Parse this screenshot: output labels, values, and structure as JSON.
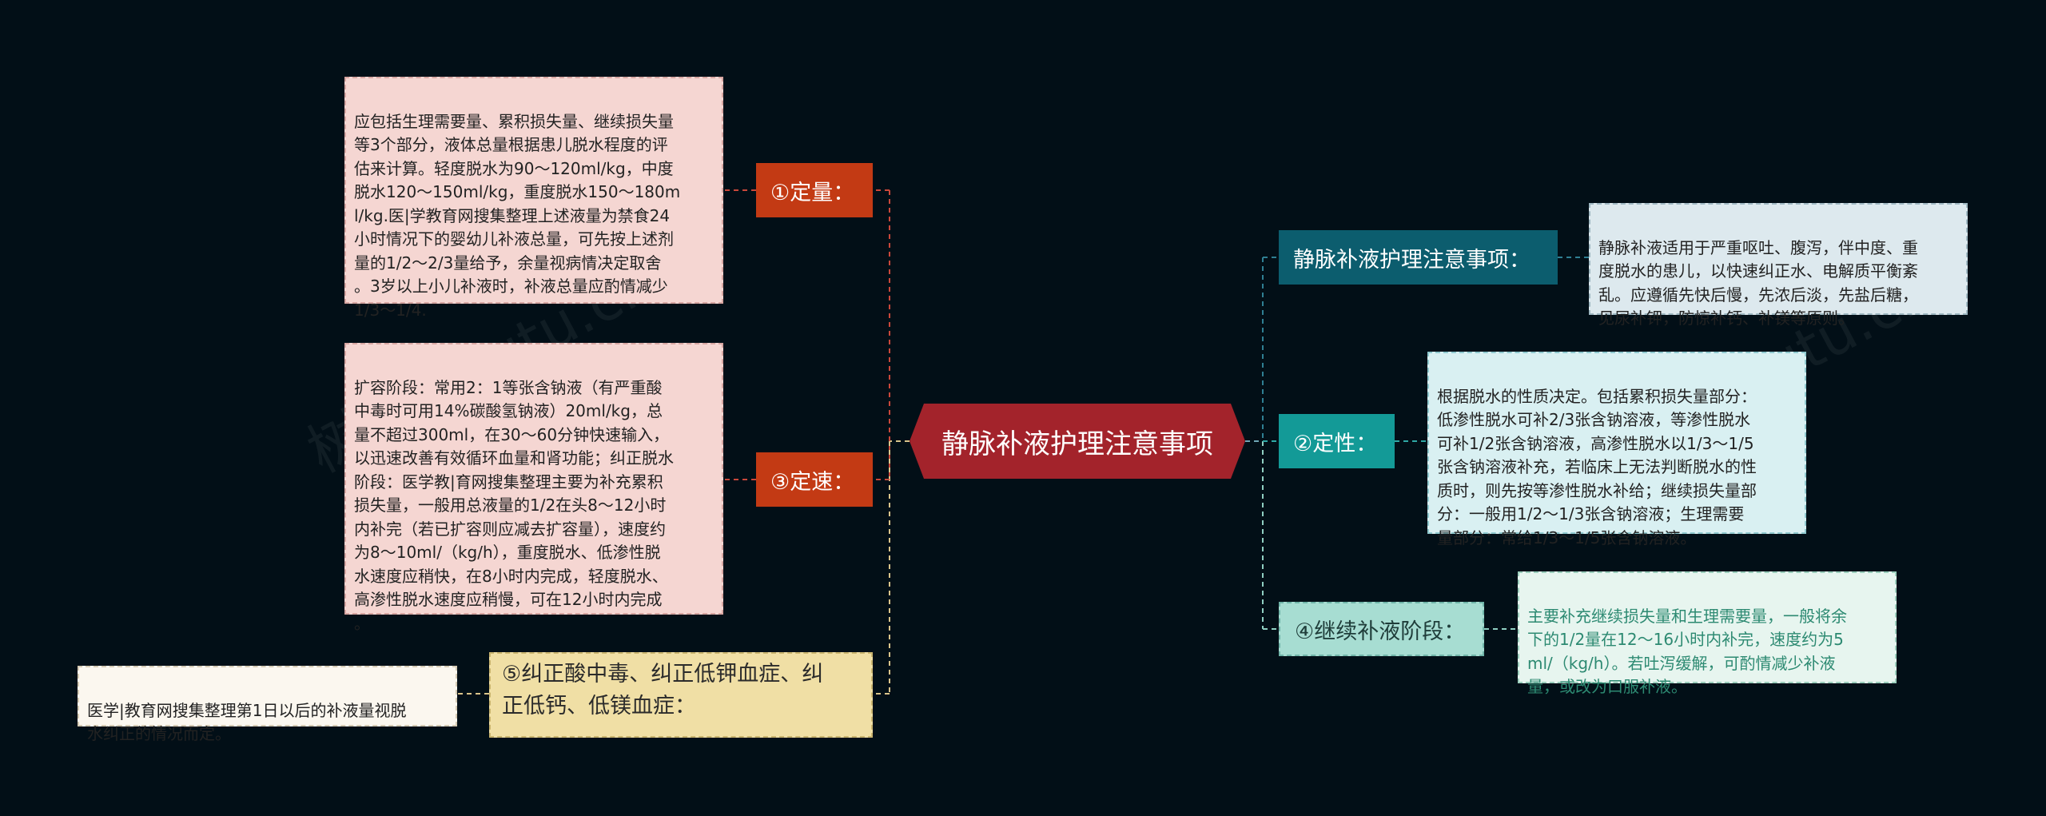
{
  "root": {
    "label": "静脉补液护理注意事项"
  },
  "left": {
    "quantity": {
      "label": "①定量：",
      "detail": "应包括生理需要量、累积损失量、继续损失量\n等3个部分，液体总量根据患儿脱水程度的评\n估来计算。轻度脱水为90～120ml/kg，中度\n脱水120～150ml/kg，重度脱水150～180m\nl/kg.医|学教育网搜集整理上述液量为禁食24\n小时情况下的婴幼儿补液总量，可先按上述剂\n量的1/2～2/3量给予，余量视病情决定取舍\n。3岁以上小儿补液时，补液总量应酌情减少\n1/3～1/4."
    },
    "speed": {
      "label": "③定速：",
      "detail": "扩容阶段：常用2：1等张含钠液（有严重酸\n中毒时可用14%碳酸氢钠液）20ml/kg，总\n量不超过300ml，在30～60分钟快速输入，\n以迅速改善有效循环血量和肾功能；纠正脱水\n阶段：医学教|育网搜集整理主要为补充累积\n损失量，一般用总液量的1/2在头8～12小时\n内补完（若已扩容则应减去扩容量），速度约\n为8～10ml/（kg/h），重度脱水、低渗性脱\n水速度应稍快，在8小时内完成，轻度脱水、\n高渗性脱水速度应稍慢，可在12小时内完成\n。"
    },
    "correct": {
      "label": "⑤纠正酸中毒、纠正低钾血症、纠\n正低钙、低镁血症：",
      "detail": "医学|教育网搜集整理第1日以后的补液量视脱\n水纠正的情况而定。"
    }
  },
  "right": {
    "notes": {
      "label": "静脉补液护理注意事项：",
      "detail": "静脉补液适用于严重呕吐、腹泻，伴中度、重\n度脱水的患儿，以快速纠正水、电解质平衡紊\n乱。应遵循先快后慢，先浓后淡，先盐后糖，\n见尿补钾，防惊补钙、补镁等原则。"
    },
    "nature": {
      "label": "②定性：",
      "detail": "根据脱水的性质决定。包括累积损失量部分：\n低渗性脱水可补2/3张含钠溶液，等渗性脱水\n可补1/2张含钠溶液，高渗性脱水以1/3～1/5\n张含钠溶液补充，若临床上无法判断脱水的性\n质时，则先按等渗性脱水补给；继续损失量部\n分：一般用1/2～1/3张含钠溶液；生理需要\n量部分：常给1/3～1/5张含钠溶液。"
    },
    "continue": {
      "label": "④继续补液阶段：",
      "detail": "主要补充继续损失量和生理需要量，一般将余\n下的1/2量在12～16小时内补完，速度约为5\nml/（kg/h）。若吐泻缓解，可酌情减少补液\n量，或改为口服补液。"
    }
  },
  "watermark": "树图 shutu.cn",
  "colors": {
    "background": "#020f17",
    "root": "#a3232b",
    "red_topic": "#c33a14",
    "teal_topic": "#0c5d6e"
  }
}
